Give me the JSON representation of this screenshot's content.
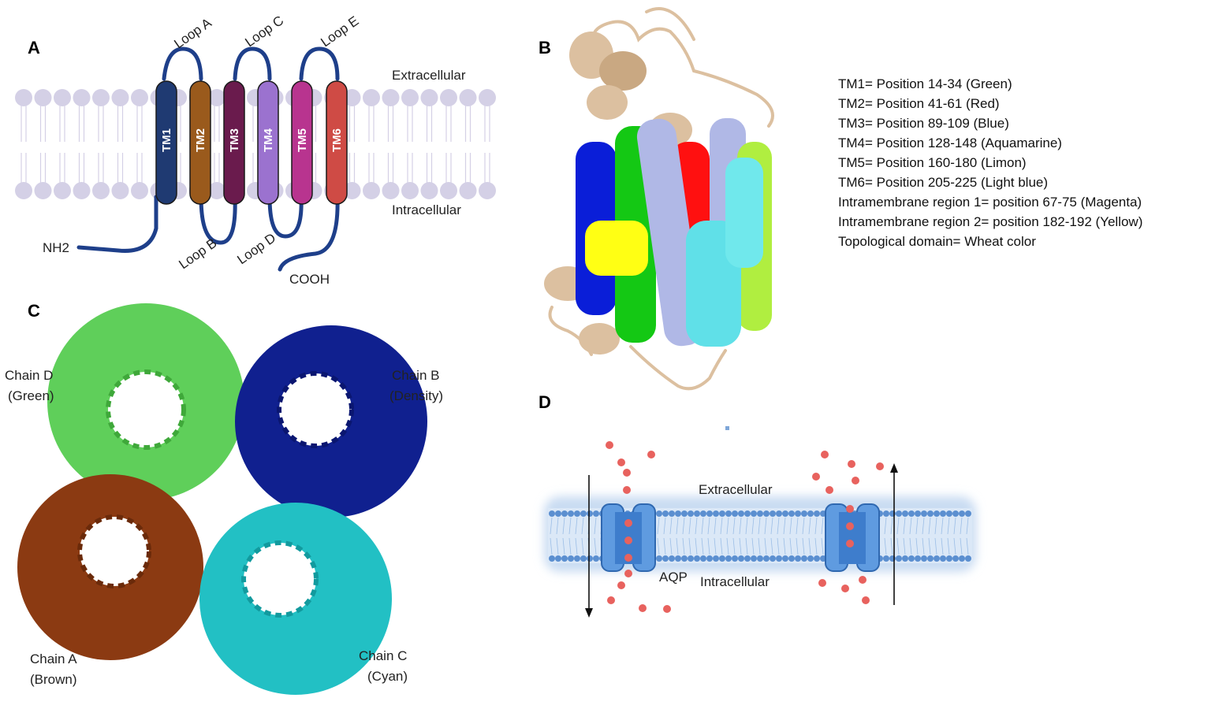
{
  "colors": {
    "tm1": "#1f3a72",
    "tm2": "#9a5a1c",
    "tm3": "#6a1b4d",
    "tm4": "#9b72cf",
    "tm5": "#b8348f",
    "tm6": "#cf4b45",
    "backbone": "#1e3f8a",
    "lipid": "#d4d0e6",
    "chainA": "#8b3a12",
    "chainB": "#10208f",
    "chainC": "#22c0c4",
    "chainD": "#5fcf5a",
    "wheat": "#dcc0a0",
    "water": "#e8625e",
    "membraneBlue": "#5b8fd0"
  },
  "panelA": {
    "letter": "A",
    "extracellular": "Extracellular",
    "intracellular": "Intracellular",
    "nterm": "NH2",
    "cterm": "COOH",
    "tm_labels": [
      "TM1",
      "TM2",
      "TM3",
      "TM4",
      "TM5",
      "TM6"
    ],
    "loops": {
      "a": "Loop A",
      "b": "Loop B",
      "c": "Loop C",
      "d": "Loop D",
      "e": "Loop E"
    }
  },
  "panelB": {
    "letter": "B",
    "legend": [
      "TM1= Position 14-34 (Green)",
      "TM2= Position 41-61 (Red)",
      "TM3= Position 89-109 (Blue)",
      "TM4= Position 128-148 (Aquamarine)",
      "TM5= Position 160-180 (Limon)",
      "TM6= Position 205-225 (Light blue)",
      "Intramembrane region 1= position 67-75 (Magenta)",
      "Intramembrane region 2= position 182-192 (Yellow)",
      "Topological domain= Wheat color"
    ]
  },
  "panelC": {
    "letter": "C",
    "chainD": [
      "Chain D",
      "(Green)"
    ],
    "chainB": [
      "Chain B",
      "(Density)"
    ],
    "chainA": [
      "Chain A",
      "(Brown)"
    ],
    "chainC": [
      "Chain C",
      "(Cyan)"
    ]
  },
  "panelD": {
    "letter": "D",
    "extracellular": "Extracellular",
    "intracellular": "Intracellular",
    "channel": "AQP"
  }
}
